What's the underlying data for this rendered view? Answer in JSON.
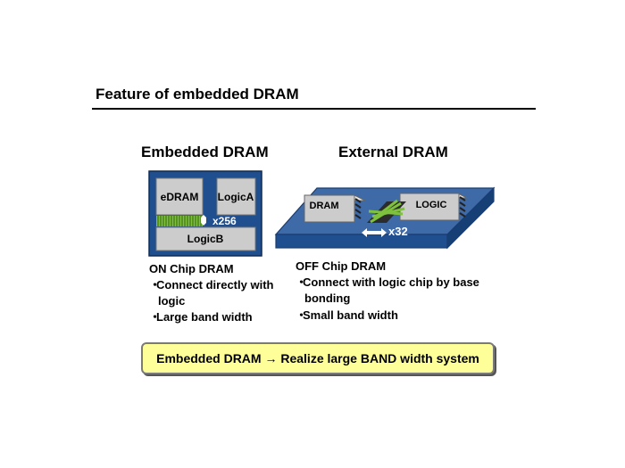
{
  "title": "Feature of embedded DRAM",
  "left": {
    "heading": "Embedded DRAM",
    "blocks": {
      "edram": "eDRAM",
      "logica": "LogicA",
      "logicb": "LogicB",
      "bus_width": "x256"
    },
    "desc_title": "ON Chip DRAM",
    "bullets": [
      {
        "line1": "Connect directly with",
        "line2": "logic"
      },
      {
        "line1": "Large band width"
      }
    ]
  },
  "right": {
    "heading": "External DRAM",
    "blocks": {
      "dram": "DRAM",
      "logic": "LOGIC",
      "bus_width": "x32"
    },
    "desc_title": "OFF Chip DRAM",
    "bullets": [
      {
        "line1": "Connect with logic chip by base",
        "line2": "bonding"
      },
      {
        "line1": "Small band width"
      }
    ]
  },
  "bullet_symbol": "・",
  "summary": "Embedded DRAM → Realize large BAND width system",
  "colors": {
    "chip_blue": "#1f4f8f",
    "block_gray": "#cccccc",
    "bus_green": "#7ec13c",
    "summary_bg": "#ffff99"
  }
}
